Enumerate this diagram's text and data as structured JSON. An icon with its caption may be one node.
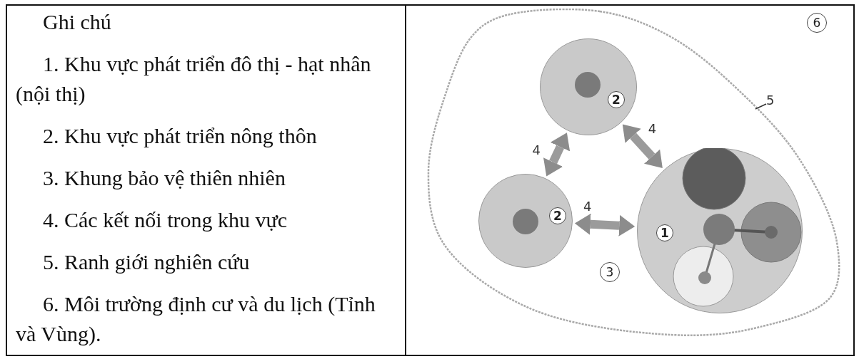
{
  "diagram": {
    "nodes": [
      {
        "text": [],
        "shape": "cloud"
      },
      {
        "text": [
          "2"
        ],
        "in": 0
      },
      {
        "text": [
          "2"
        ],
        "in": 0
      },
      {
        "text": [
          "1"
        ],
        "in": 0
      },
      {
        "text": [
          "5"
        ]
      }
    ],
    "edges": [
      {
        "from": 1,
        "to": 2,
        "arrow": "both",
        "label": "4"
      },
      {
        "from": 1,
        "to": 3,
        "arrow": "both",
        "label": "4"
      },
      {
        "from": 2,
        "to": 3,
        "arrow": "both",
        "label": "4"
      },
      {
        "from": 4,
        "to": 0,
        "arrow": "none",
        "color": "#333333"
      }
    ],
    "labels": [
      "Ghi chú",
      "1. Khu vực phát triển đô thị - hạt nhân (nội thị)",
      "2. Khu vực phát triển nông thôn",
      "3. Khung bảo vệ thiên nhiên",
      "4. Các kết nối trong khu vực",
      "5. Ranh giới nghiên cứu",
      "6. Môi trường định cư và du lịch (Tỉnh và Vùng).",
      "6",
      "3"
    ]
  }
}
